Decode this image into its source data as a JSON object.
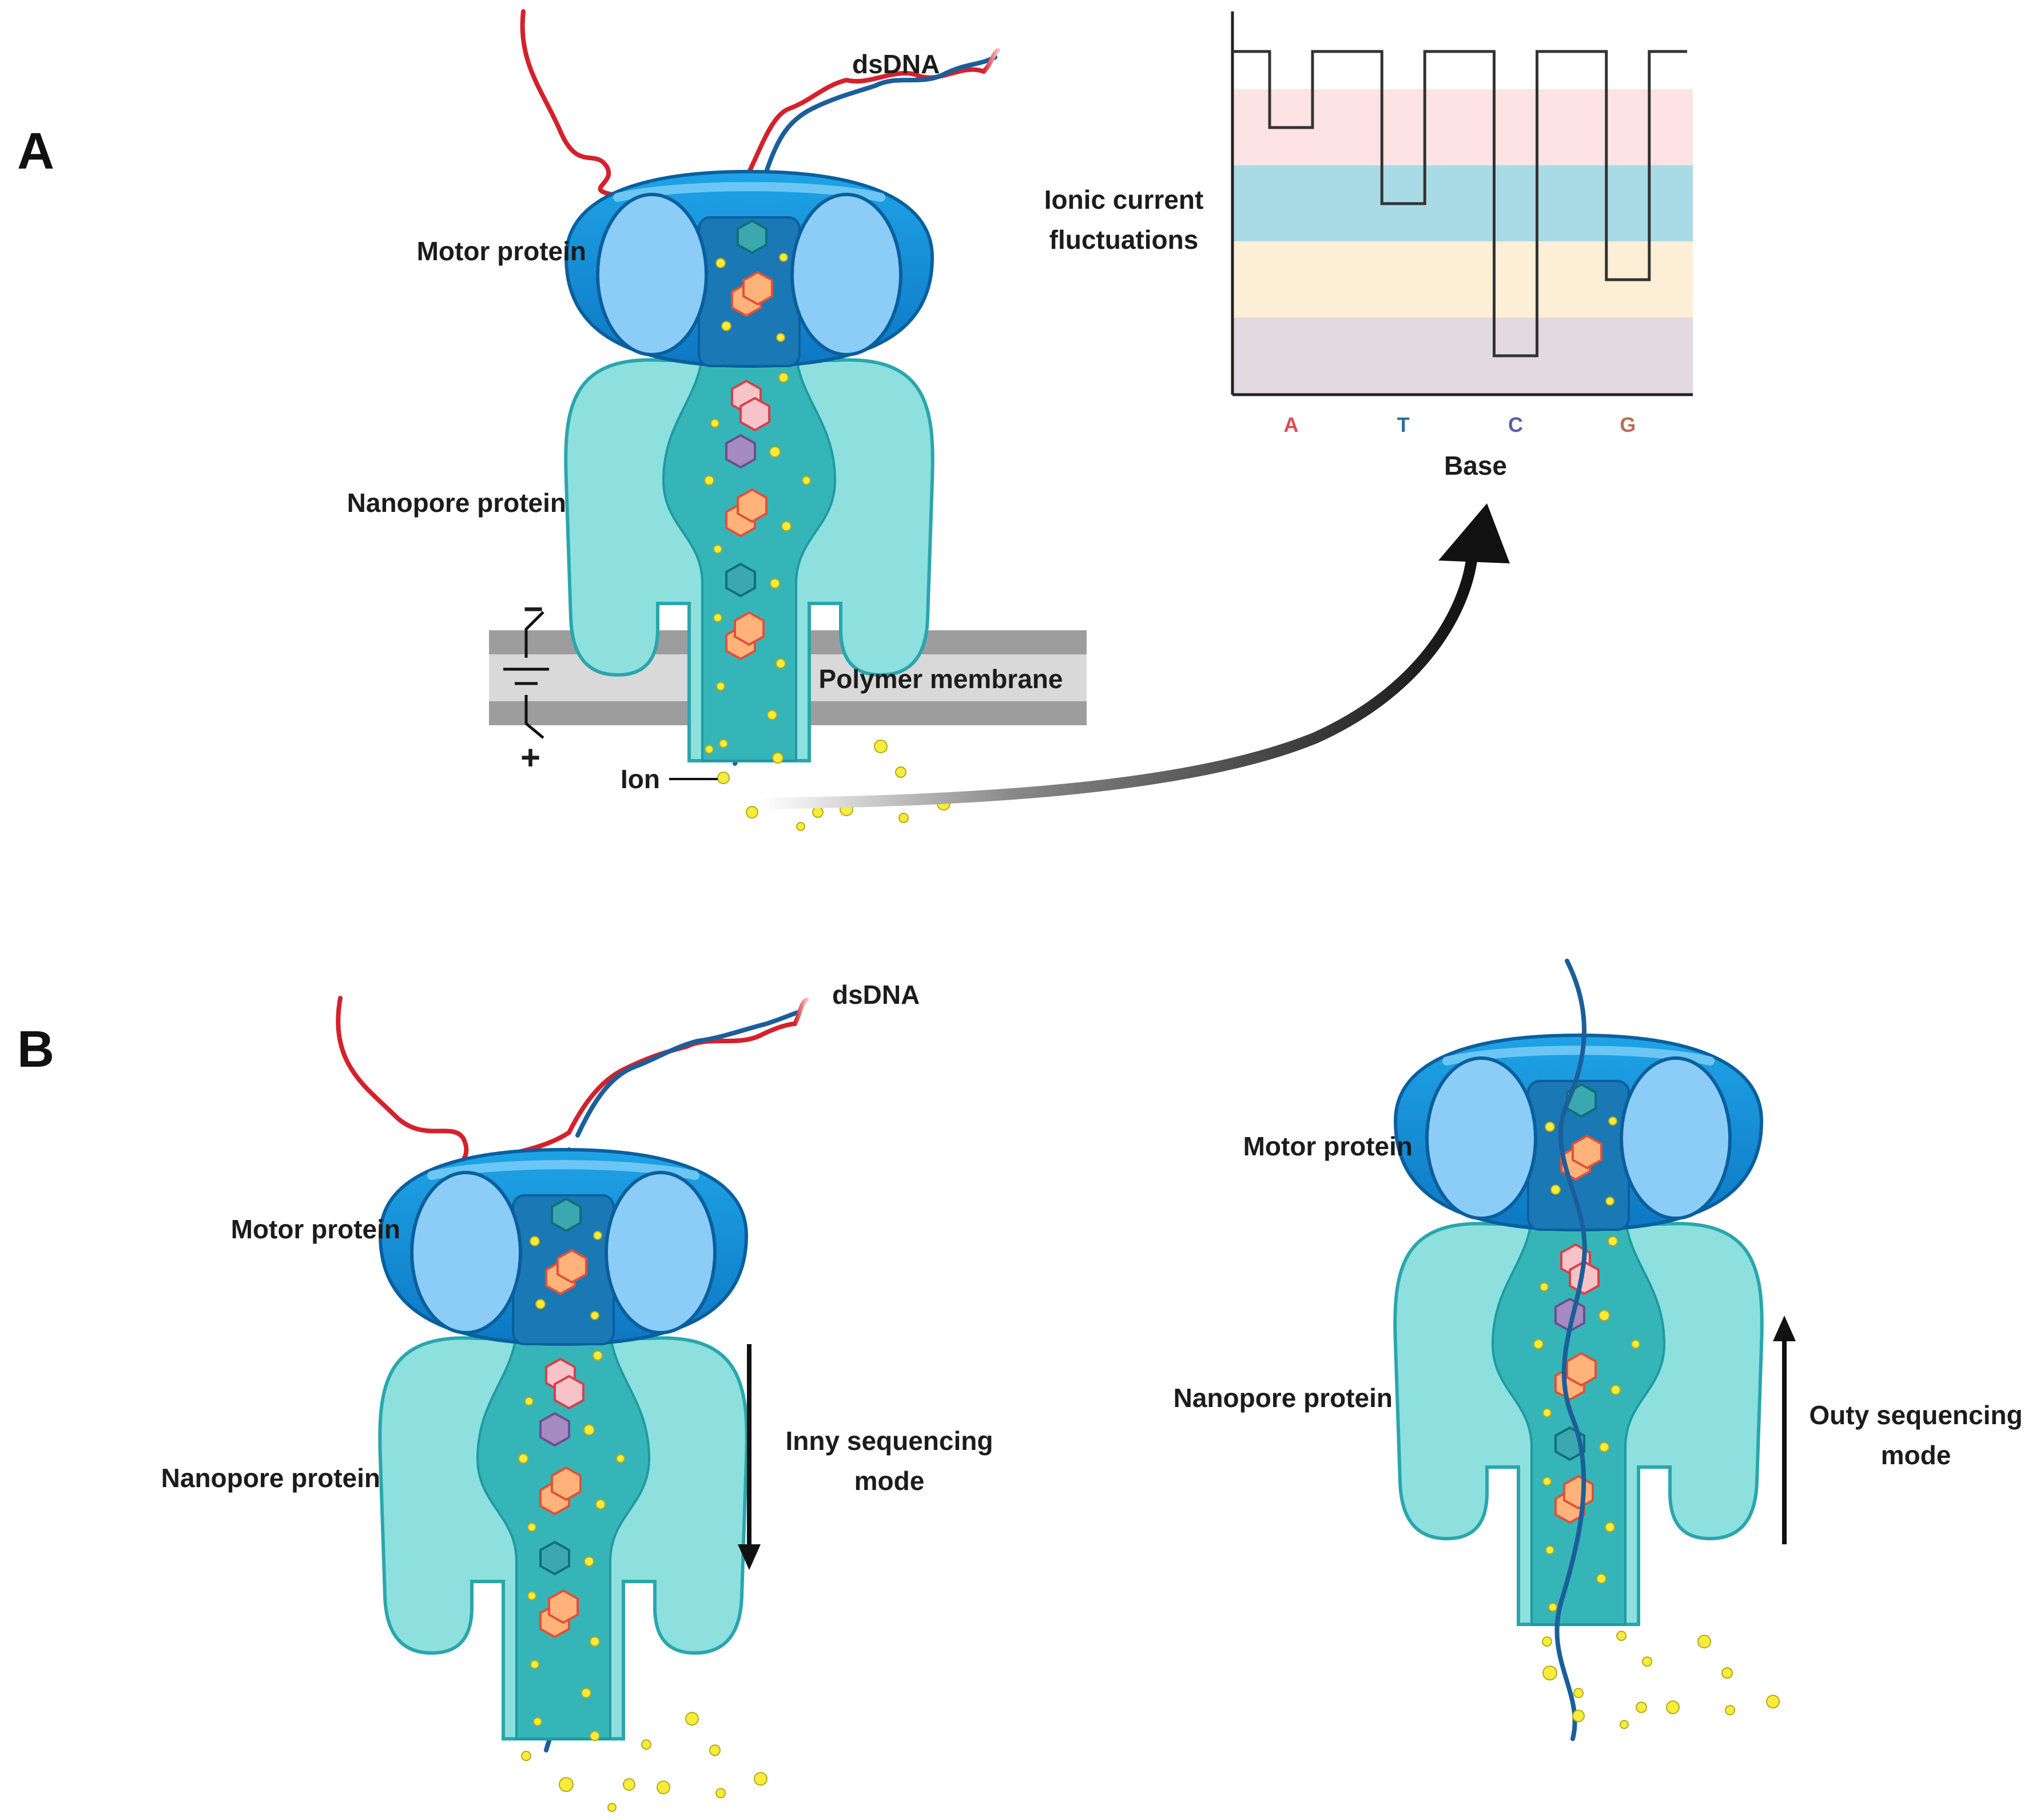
{
  "panels": {
    "a": {
      "letter": "A",
      "labels": {
        "dsdna": "dsDNA",
        "motor_protein": "Motor protein",
        "nanopore_protein": "Nanopore protein",
        "polymer_membrane": "Polymer membrane",
        "ion": "Ion",
        "minus": "−",
        "plus": "+"
      }
    },
    "b": {
      "letter": "B",
      "left": {
        "dsdna": "dsDNA",
        "motor_protein": "Motor protein",
        "nanopore_protein": "Nanopore protein",
        "mode_line1": "Inny sequencing",
        "mode_line2": "mode"
      },
      "right": {
        "motor_protein": "Motor protein",
        "nanopore_protein": "Nanopore protein",
        "mode_line1": "Outy sequencing",
        "mode_line2": "mode"
      }
    }
  },
  "chart_data": {
    "type": "line",
    "ylabel_line1": "Ionic current",
    "ylabel_line2": "fluctuations",
    "xlabel": "Base",
    "categories": [
      "A",
      "T",
      "C",
      "G"
    ],
    "category_colors": [
      "#e04b4b",
      "#2f6aa3",
      "#5b5ea8",
      "#b86c5a"
    ],
    "bands": [
      {
        "level": 1,
        "color": "#fde3e3"
      },
      {
        "level": 2,
        "color": "#a9dbe6"
      },
      {
        "level": 3,
        "color": "#fdefd6"
      },
      {
        "level": 4,
        "color": "#e3d9e0"
      }
    ],
    "baseline_level": 0,
    "values": [
      1,
      2,
      4,
      3
    ]
  }
}
